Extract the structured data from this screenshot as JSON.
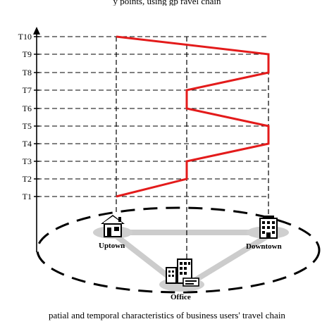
{
  "top_text": "y points, using gp         ravel chain",
  "caption": "patial and temporal characteristics of business users' travel chain",
  "time_axis": {
    "labels": [
      "T1",
      "T2",
      "T3",
      "T4",
      "T5",
      "T6",
      "T7",
      "T8",
      "T9",
      "T10"
    ]
  },
  "locations": {
    "uptown": "Uptown",
    "office": "Office",
    "downtown": "Downtown"
  },
  "travel_chain": [
    "uptown",
    "office",
    "office",
    "downtown",
    "downtown",
    "office",
    "office",
    "downtown",
    "downtown",
    "uptown"
  ],
  "colors": {
    "path": "#e31b1b",
    "link": "#cfcfcf",
    "axis": "#000000"
  },
  "icons": {
    "uptown": "house-icon",
    "office": "office-buildings-icon",
    "downtown": "building-icon"
  }
}
